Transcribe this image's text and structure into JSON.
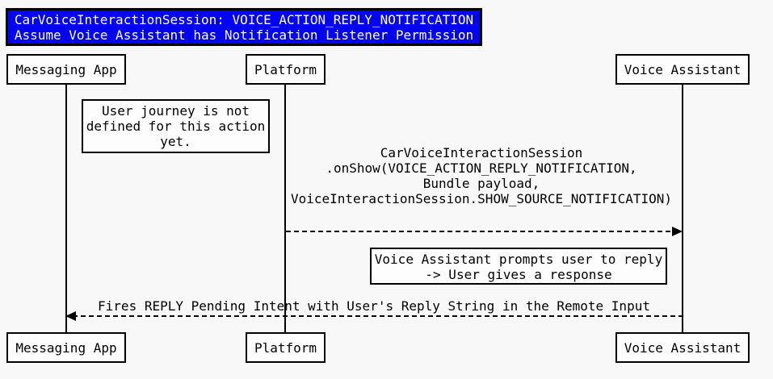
{
  "diagram": {
    "type": "sequence",
    "title": {
      "line1": "CarVoiceInteractionSession: VOICE_ACTION_REPLY_NOTIFICATION",
      "line2": "Assume Voice Assistant has Notification Listener Permission"
    },
    "participants": [
      {
        "label": "Messaging App"
      },
      {
        "label": "Platform"
      },
      {
        "label": "Voice Assistant"
      }
    ],
    "notes": [
      {
        "lines": [
          "User journey is not",
          "defined for this action",
          "yet."
        ]
      },
      {
        "lines": [
          "Voice Assistant prompts user to reply",
          "-> User gives a response"
        ]
      }
    ],
    "messages": [
      {
        "from": "Platform",
        "to": "Voice Assistant",
        "line_style": "dashed",
        "lines": [
          "CarVoiceInteractionSession",
          ".onShow(VOICE_ACTION_REPLY_NOTIFICATION,",
          "Bundle payload,",
          "VoiceInteractionSession.SHOW_SOURCE_NOTIFICATION)"
        ]
      },
      {
        "from": "Voice Assistant",
        "to": "Messaging App",
        "line_style": "dashed",
        "lines": [
          "Fires REPLY Pending Intent with User's Reply String in the Remote Input"
        ]
      }
    ],
    "colors": {
      "title_fill": "#0404f0",
      "title_text": "#ffffff",
      "box_fill": "#fdfdfd",
      "line": "#000000",
      "background": "#f8f8f8"
    }
  }
}
